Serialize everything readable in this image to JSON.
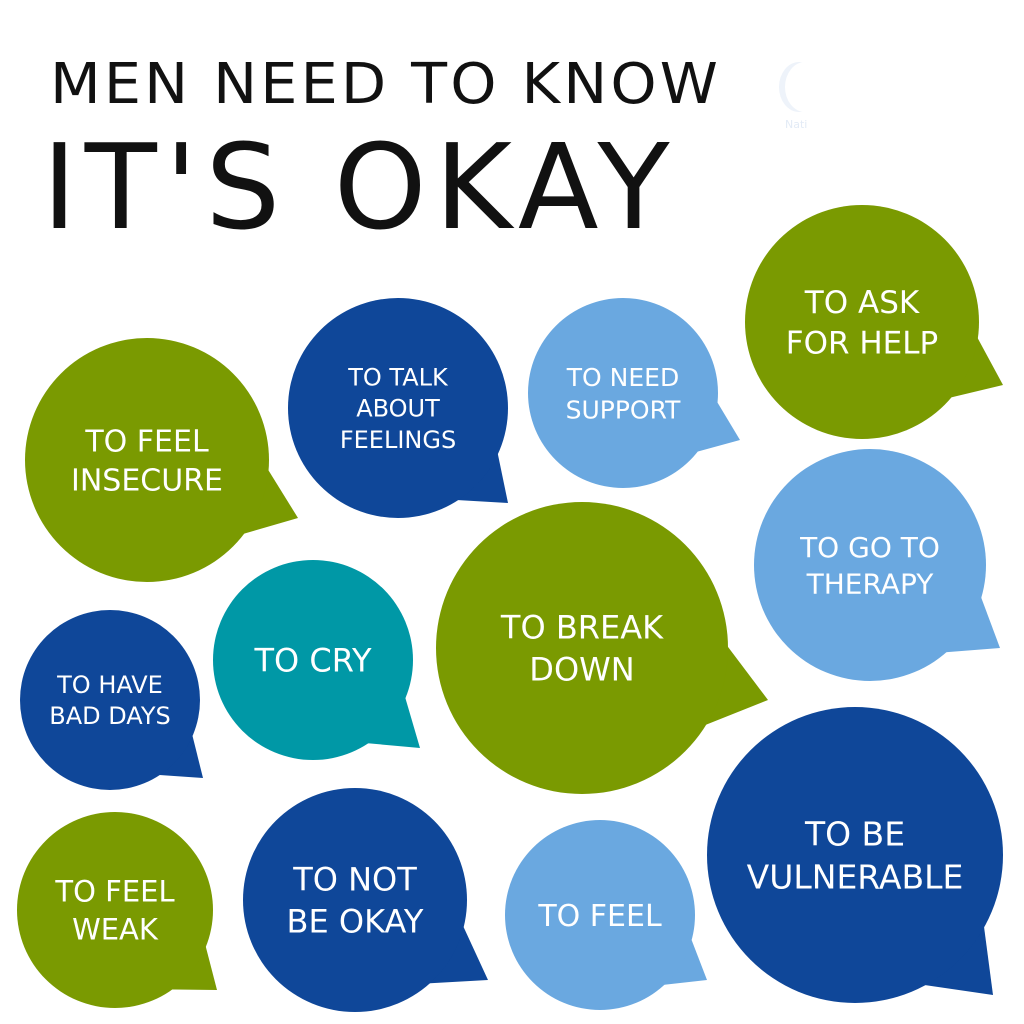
{
  "header": {
    "line1": "MEN NEED TO KNOW",
    "line2": "IT'S OKAY"
  },
  "watermark": "Nati",
  "colors": {
    "green": "#7a9a01",
    "dark_blue": "#0f4799",
    "light_blue": "#6aa8e0",
    "teal": "#0098a6"
  },
  "bubbles": [
    {
      "lines": [
        "TO FEEL",
        "INSECURE"
      ],
      "color": "green"
    },
    {
      "lines": [
        "TO TALK",
        "ABOUT",
        "FEELINGS"
      ],
      "color": "dark_blue"
    },
    {
      "lines": [
        "TO NEED",
        "SUPPORT"
      ],
      "color": "light_blue"
    },
    {
      "lines": [
        "TO ASK",
        "FOR HELP"
      ],
      "color": "green"
    },
    {
      "lines": [
        "TO GO TO",
        "THERAPY"
      ],
      "color": "light_blue"
    },
    {
      "lines": [
        "TO BREAK",
        "DOWN"
      ],
      "color": "green"
    },
    {
      "lines": [
        "TO CRY"
      ],
      "color": "teal"
    },
    {
      "lines": [
        "TO HAVE",
        "BAD DAYS"
      ],
      "color": "dark_blue"
    },
    {
      "lines": [
        "TO FEEL",
        "WEAK"
      ],
      "color": "green"
    },
    {
      "lines": [
        "TO NOT",
        "BE OKAY"
      ],
      "color": "dark_blue"
    },
    {
      "lines": [
        "TO FEEL"
      ],
      "color": "light_blue"
    },
    {
      "lines": [
        "TO BE",
        "VULNERABLE"
      ],
      "color": "dark_blue"
    }
  ]
}
